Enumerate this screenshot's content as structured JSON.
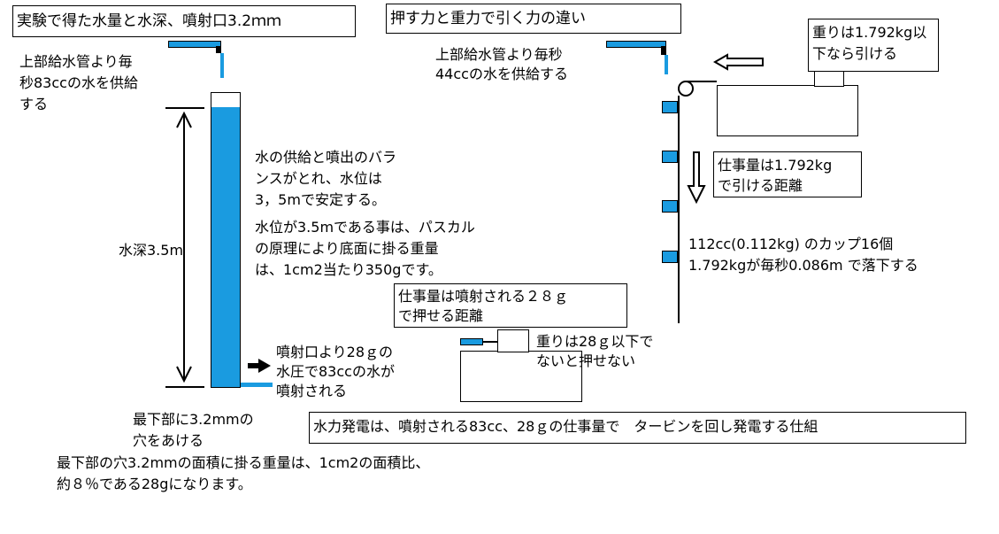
{
  "left": {
    "title": "実験で得た水量と水深、噴射口3.2ｍｍ",
    "supply": [
      "上部給水管より毎",
      "秒83ccの水を供給",
      "する"
    ],
    "balance": [
      "水の供給と噴出のバラ",
      "ンスがとれ、水位は",
      "3，5mで安定する。"
    ],
    "pascal": [
      "水位が3.5mである事は、パスカル",
      "の原理により底面に掛る重量",
      "は、1cm2当たり350gです。"
    ],
    "depth_label": "水深3.5m",
    "jet": [
      "噴射口より28ｇの",
      "水圧で83ccの水が",
      "噴射される"
    ],
    "hole": [
      "最下部に3.2mmの",
      "穴をあける"
    ],
    "area": [
      "最下部の穴3.2mmの面積に掛る重量は、1cm2の面積比、",
      "約８％である28gになります。"
    ]
  },
  "middle": {
    "push_box": [
      "仕事量は噴射される２８ｇ",
      "で押せる距離"
    ],
    "push_weight": [
      "重りは28ｇ以下で",
      "ないと押せない"
    ],
    "summary": "水力発電は、噴射される83cc、28ｇの仕事量で　タービンを回し発電する仕組"
  },
  "right": {
    "title": "押す力と重力で引く力の違い",
    "supply": [
      "上部給水管より毎秒",
      "44ccの水を供給する"
    ],
    "weight_box": [
      "重りは1.792kg以",
      "下なら引ける"
    ],
    "work_box": [
      "仕事量は1.792kg",
      "で引ける距離"
    ],
    "cups": [
      "112cc(0.112kg) のカップ16個",
      "1.792kgが毎秒0.086m で落下する"
    ]
  },
  "colors": {
    "water": "#1a9be0"
  }
}
